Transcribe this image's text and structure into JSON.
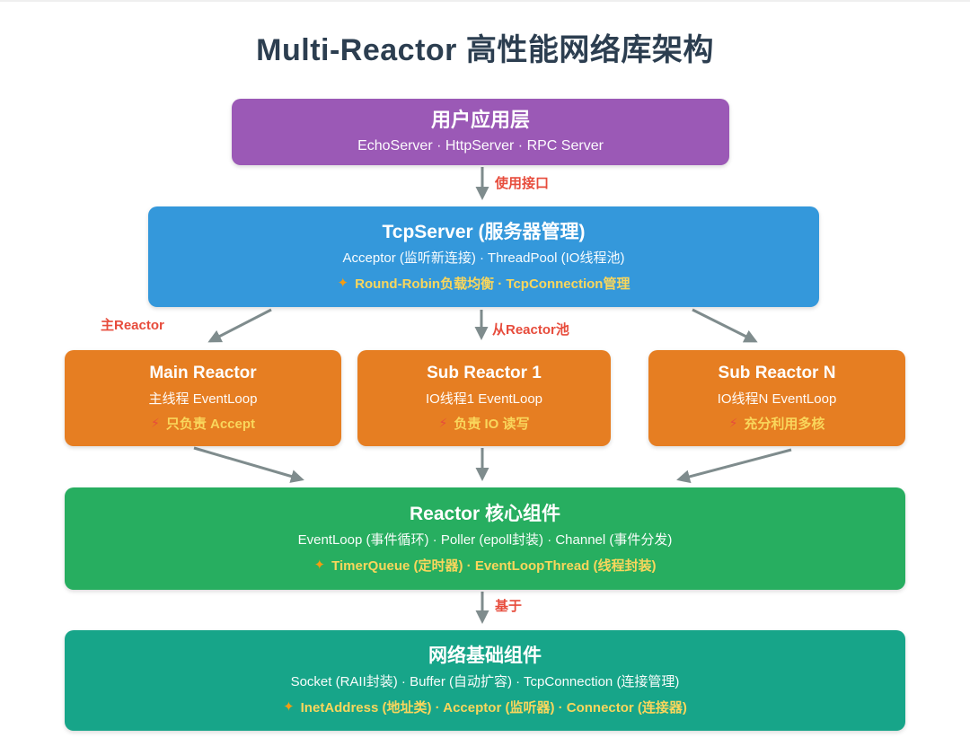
{
  "title": "Multi-Reactor 高性能网络库架构",
  "colors": {
    "title_text": "#2c3e50",
    "app_layer": "#9b59b6",
    "tcpserver_layer": "#3498db",
    "reactor_boxes": "#e67e22",
    "core_layer": "#27ae60",
    "base_layer": "#17a589",
    "edge_label_red": "#e74c3c",
    "highlight_yellow": "#f9d65c",
    "arrow_gray": "#7f8c8d"
  },
  "icons": {
    "sparkle": "✦",
    "bolt": "⚡"
  },
  "nodes": {
    "app": {
      "title": "用户应用层",
      "line1": "EchoServer · HttpServer · RPC Server"
    },
    "tcpserver": {
      "title": "TcpServer (服务器管理)",
      "line1": "Acceptor (监听新连接) · ThreadPool (IO线程池)",
      "line2": "Round-Robin负载均衡 · TcpConnection管理"
    },
    "main_reactor": {
      "title": "Main Reactor",
      "line1": "主线程 EventLoop",
      "line2": "只负责 Accept"
    },
    "sub_reactor_1": {
      "title": "Sub Reactor 1",
      "line1": "IO线程1 EventLoop",
      "line2": "负责 IO 读写"
    },
    "sub_reactor_n": {
      "title": "Sub Reactor N",
      "line1": "IO线程N EventLoop",
      "line2": "充分利用多核"
    },
    "reactor_core": {
      "title": "Reactor 核心组件",
      "line1": "EventLoop (事件循环) · Poller (epoll封装) · Channel (事件分发)",
      "line2": "TimerQueue (定时器) · EventLoopThread (线程封装)"
    },
    "net_base": {
      "title": "网络基础组件",
      "line1": "Socket (RAII封装) · Buffer (自动扩容) · TcpConnection (连接管理)",
      "line2": "InetAddress (地址类) · Acceptor (监听器) · Connector (连接器)"
    }
  },
  "edge_labels": {
    "use_api": "使用接口",
    "main_reactor": "主Reactor",
    "sub_pool": "从Reactor池",
    "based_on": "基于"
  }
}
